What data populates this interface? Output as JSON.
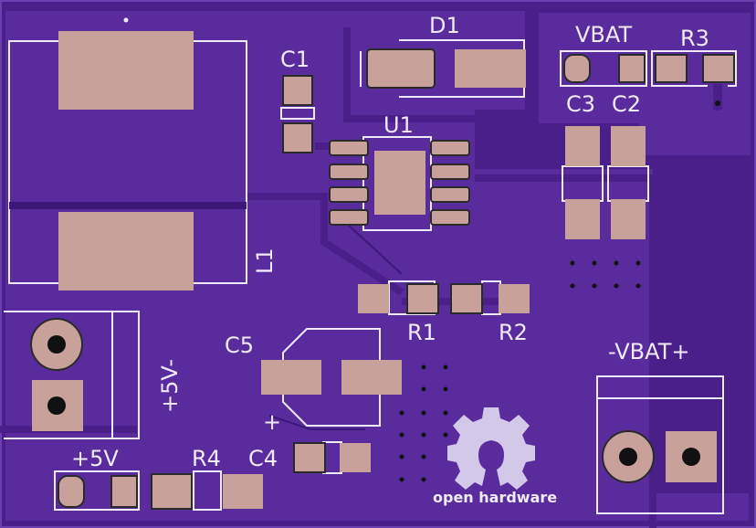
{
  "board": {
    "colors": {
      "substrate": "#4a1f8a",
      "copper": "#5a2b9c",
      "trace": "#4d2290",
      "pad": "#c8a19a",
      "pad_outline": "#2a2a2a",
      "silkscreen": "#f0eaf8",
      "drill": "#111111"
    }
  },
  "labels": {
    "d1": "D1",
    "vbat_top": "VBAT",
    "r3": "R3",
    "c1": "C1",
    "u1": "U1",
    "c3": "C3",
    "c2": "C2",
    "l1": "L1",
    "r1": "R1",
    "r2": "R2",
    "c5": "C5",
    "five_v_minus": "+5V-",
    "vbat_terminal": "-VBAT+",
    "plus": "+",
    "five_v": "+5V",
    "r4": "R4",
    "c4": "C4",
    "open_hardware": "open hardware"
  },
  "icons": {
    "logo": "open-hardware-gear-icon"
  }
}
